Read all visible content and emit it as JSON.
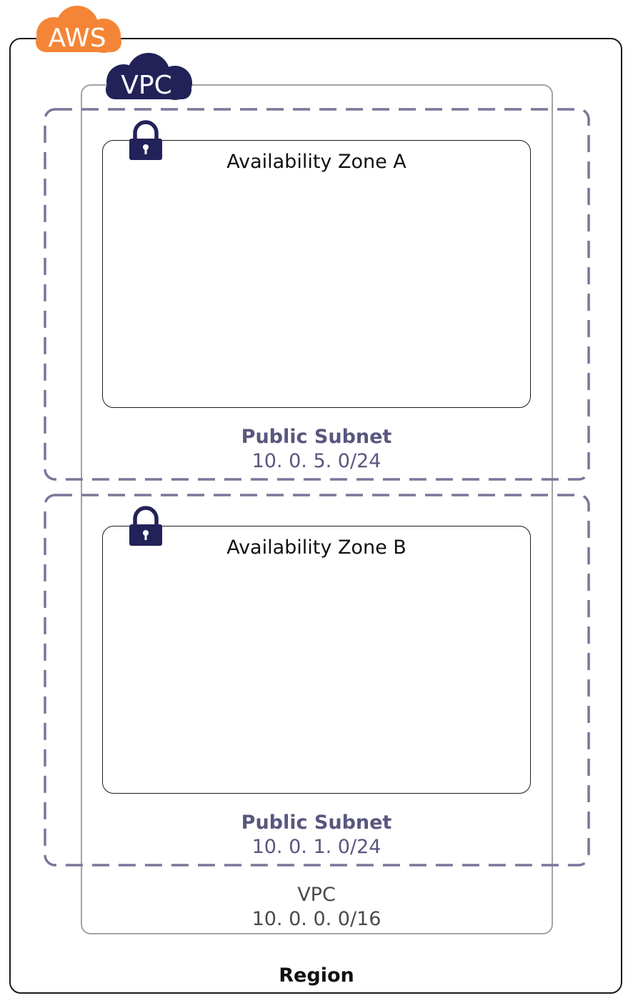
{
  "colors": {
    "aws_orange": "#f58536",
    "vpc_navy": "#232258",
    "subnet_purple": "#7a7699",
    "subnet_text": "#59577e",
    "vpc_text": "#4a4a4a"
  },
  "aws_badge": {
    "label": "AWS",
    "icon": "cloud-icon"
  },
  "vpc_badge": {
    "label": "VPC",
    "icon": "cloud-icon"
  },
  "zones": [
    {
      "title": "Availability Zone A",
      "icon": "lock-icon"
    },
    {
      "title": "Availability Zone B",
      "icon": "lock-icon"
    }
  ],
  "subnets": [
    {
      "name": "Public Subnet",
      "cidr": "10. 0. 5. 0/24"
    },
    {
      "name": "Public Subnet",
      "cidr": "10. 0. 1. 0/24"
    }
  ],
  "vpc": {
    "name": "VPC",
    "cidr": "10. 0. 0. 0/16"
  },
  "region": {
    "label": "Region"
  }
}
